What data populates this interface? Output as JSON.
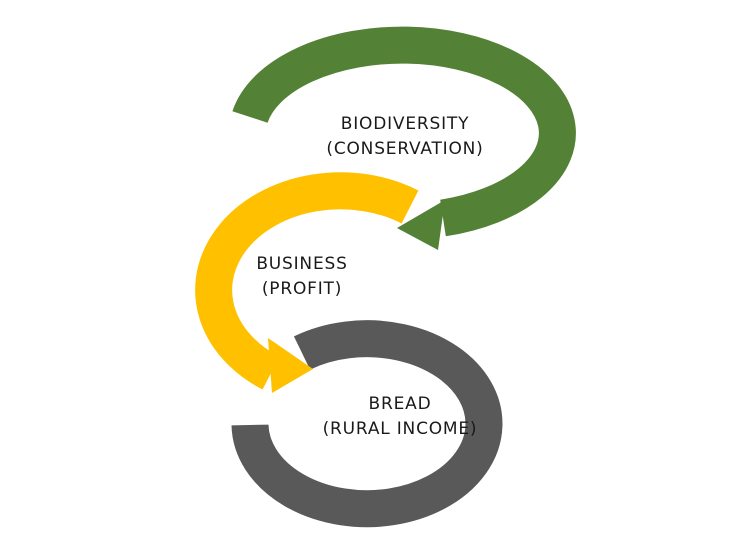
{
  "diagram": {
    "nodes": [
      {
        "id": "biodiversity",
        "line1": "BIODIVERSITY",
        "line2": "(CONSERVATION)",
        "color": "#538135"
      },
      {
        "id": "business",
        "line1": "BUSINESS",
        "line2": "(PROFIT)",
        "color": "#FFC000"
      },
      {
        "id": "bread",
        "line1": "BREAD",
        "line2": "(RURAL INCOME)",
        "color": "#595959"
      }
    ]
  }
}
